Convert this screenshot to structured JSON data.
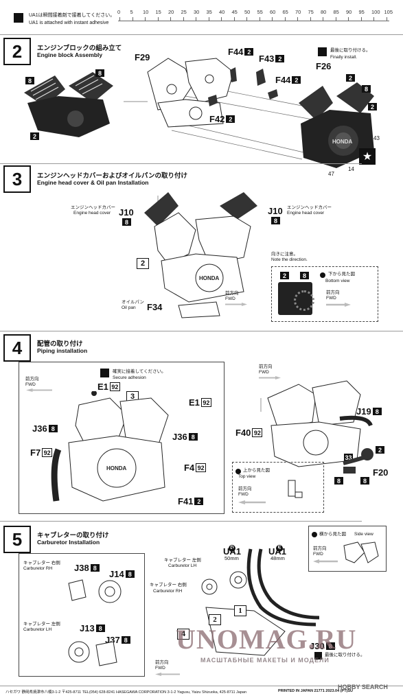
{
  "header": {
    "ua1_jp": "UA1は瞬間接着剤で接着してください。",
    "ua1_en": "UA1 is attached with instant adhesive",
    "ruler": [
      "0",
      "5",
      "10",
      "15",
      "20",
      "25",
      "30",
      "35",
      "40",
      "45",
      "50",
      "55",
      "60",
      "65",
      "70",
      "75",
      "80",
      "85",
      "90",
      "95",
      "100",
      "105"
    ]
  },
  "step2": {
    "num": "2",
    "title_jp": "エンジンブロックの組み立て",
    "title_en": "Engine block Assembly",
    "parts": {
      "f29": "F29",
      "f44a": "F44",
      "f43": "F43",
      "f44b": "F44",
      "f42": "F42",
      "f26": "F26",
      "b2": "2",
      "b8": "8"
    },
    "finally_jp": "最後に取り付ける。",
    "finally_en": "Finally install.",
    "n43": "43",
    "n47": "47",
    "n14": "14",
    "brand": "HONDA"
  },
  "step3": {
    "num": "3",
    "title_jp": "エンジンヘッドカバーおよびオイルパンの取り付け",
    "title_en": "Engine head cover & Oil pan Installation",
    "head_cover_jp": "エンジンヘッドカバー",
    "head_cover_en": "Engine head cover",
    "j10": "J10",
    "oil_pan_jp": "オイルパン",
    "oil_pan_en": "Oil pan",
    "f34": "F34",
    "fwd_jp": "前方向",
    "fwd_en": "FWD",
    "note_jp": "向きに注意。",
    "note_en": "Note the direction.",
    "bottom_jp": "下から見た図",
    "bottom_en": "Bottom view",
    "b2": "2",
    "b8": "8"
  },
  "step4": {
    "num": "4",
    "title_jp": "配管の取り付け",
    "title_en": "Piping installation",
    "secure_jp": "確実に接着してください。",
    "secure_en": "Secure adhesion",
    "e1": "E1",
    "p92": "92",
    "j36": "J36",
    "f7": "F7",
    "f4": "F4",
    "f41": "F41",
    "j19": "J19",
    "f40": "F40",
    "f20": "F20",
    "n33": "33",
    "top_jp": "上から見た図",
    "top_en": "Top view",
    "fwd_jp": "前方向",
    "fwd_en": "FWD",
    "b3": "3",
    "b2": "2",
    "b8": "8"
  },
  "step5": {
    "num": "5",
    "title_jp": "キャブレターの取り付け",
    "title_en": "Carburetor Installation",
    "carb_rh_jp": "キャブレター 右側",
    "carb_rh_en": "Carburetor RH",
    "carb_lh_jp": "キャブレター 左側",
    "carb_lh_en": "Carburetor LH",
    "j38": "J38",
    "j14": "J14",
    "j13": "J13",
    "j37": "J37",
    "j30": "J30",
    "ua1": "UA1",
    "len_d": "50mm",
    "len_e": "48mm",
    "letter_d": "D",
    "letter_e": "E",
    "side_jp": "横から見た図",
    "side_en": "Side view",
    "fwd_jp": "前方向",
    "fwd_en": "FWD",
    "b1": "1",
    "b2": "2",
    "b4": "4",
    "b8": "8",
    "finally_jp": "最後に取り付ける。"
  },
  "watermark": {
    "main": "UNOMAG.RU",
    "sub": "МАСШТАБНЫЕ МАКЕТЫ И МОДЕЛИ"
  },
  "footer": {
    "text": "ハセガワ 静岡県焼津市八楠3-1-2 〒425-8711 TEL(054) 628-8241 HASEGAWA CORPORATION 3-1-2 Yagusu, Yaizu Shizuoka, 425-8711 Japan",
    "printed": "PRINTED IN JAPAN 21771 2023.04 (PT)SU",
    "hobby": "HOBBY SEARCH"
  }
}
